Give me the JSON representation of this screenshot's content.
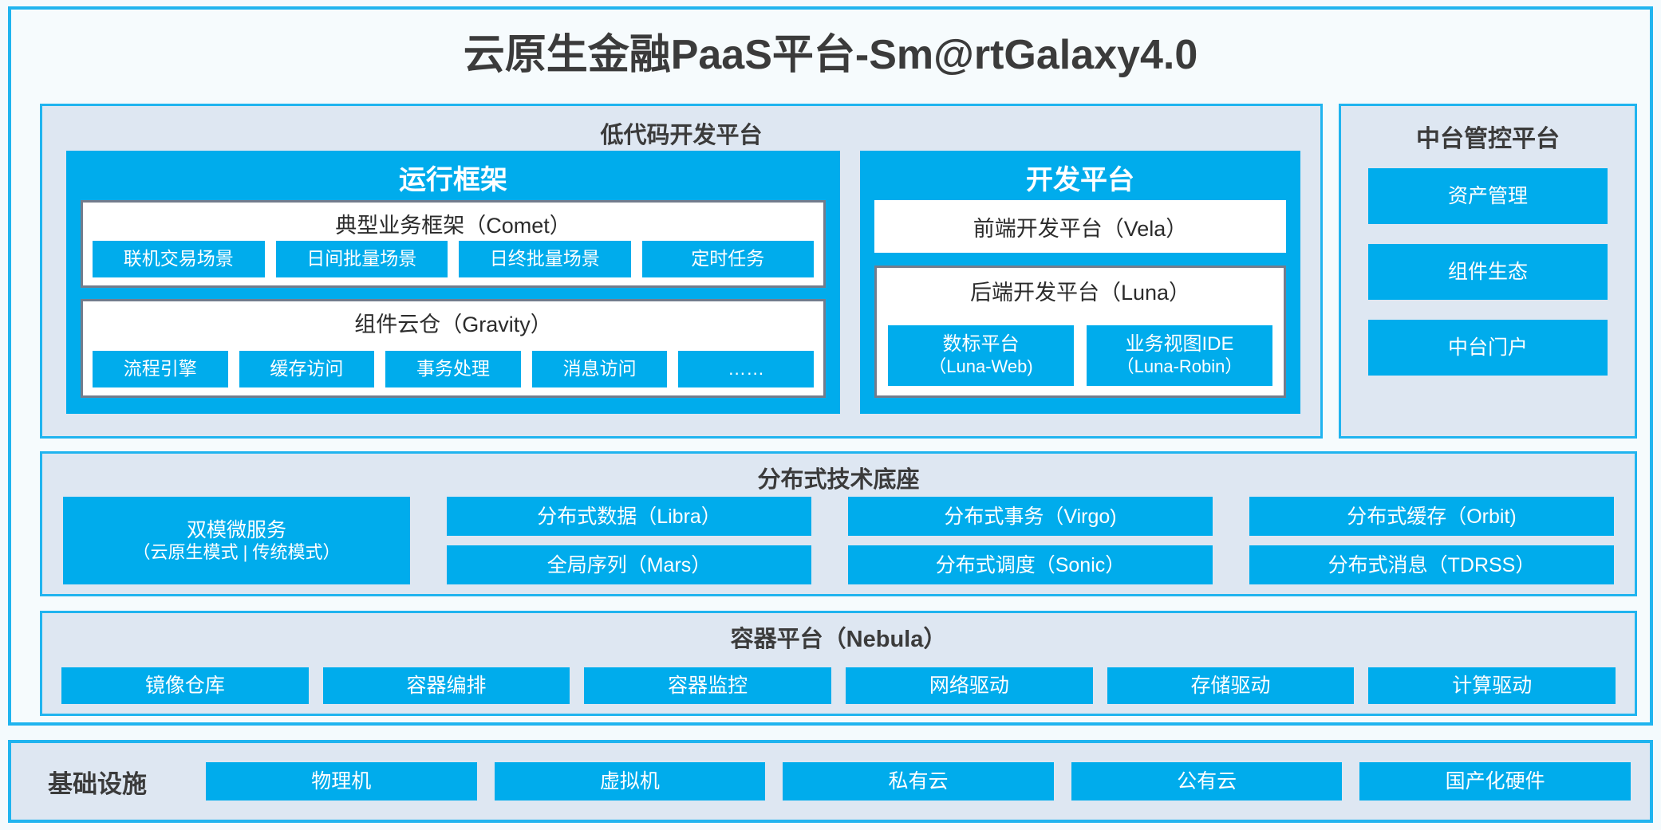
{
  "title": "云原生金融PaaS平台-Sm@rtGalaxy4.0",
  "colors": {
    "accent_blue": "#00ACEC",
    "border_cyan": "#20B4EF",
    "panel_bg": "#DEE7F2",
    "card_border_gray": "#737C8C",
    "page_bg": "#F4FAFD"
  },
  "lowcode": {
    "title": "低代码开发平台",
    "runtime": {
      "heading": "运行框架",
      "comet": {
        "title": "典型业务框架（Comet）",
        "chips": [
          "联机交易场景",
          "日间批量场景",
          "日终批量场景",
          "定时任务"
        ]
      },
      "gravity": {
        "title": "组件云仓（Gravity）",
        "chips": [
          "流程引擎",
          "缓存访问",
          "事务处理",
          "消息访问",
          "……"
        ]
      }
    },
    "devplatform": {
      "heading": "开发平台",
      "vela": "前端开发平台（Vela）",
      "luna": {
        "title": "后端开发平台（Luna）",
        "items": [
          {
            "name": "数标平台",
            "code": "（Luna-Web)"
          },
          {
            "name": "业务视图IDE",
            "code": "（Luna-Robin）"
          }
        ]
      }
    }
  },
  "midcontrol": {
    "title": "中台管控平台",
    "items": [
      "资产管理",
      "组件生态",
      "中台门户"
    ]
  },
  "techbase": {
    "title": "分布式技术底座",
    "microservice": {
      "name": "双模微服务",
      "modes": "（云原生模式 | 传统模式）"
    },
    "columns": [
      [
        "分布式数据（Libra）",
        "全局序列（Mars）"
      ],
      [
        "分布式事务（Virgo)",
        "分布式调度（Sonic）"
      ],
      [
        "分布式缓存（Orbit)",
        "分布式消息（TDRSS）"
      ]
    ]
  },
  "container": {
    "title": "容器平台（Nebula）",
    "items": [
      "镜像仓库",
      "容器编排",
      "容器监控",
      "网络驱动",
      "存储驱动",
      "计算驱动"
    ]
  },
  "infrastructure": {
    "label": "基础设施",
    "items": [
      "物理机",
      "虚拟机",
      "私有云",
      "公有云",
      "国产化硬件"
    ]
  }
}
